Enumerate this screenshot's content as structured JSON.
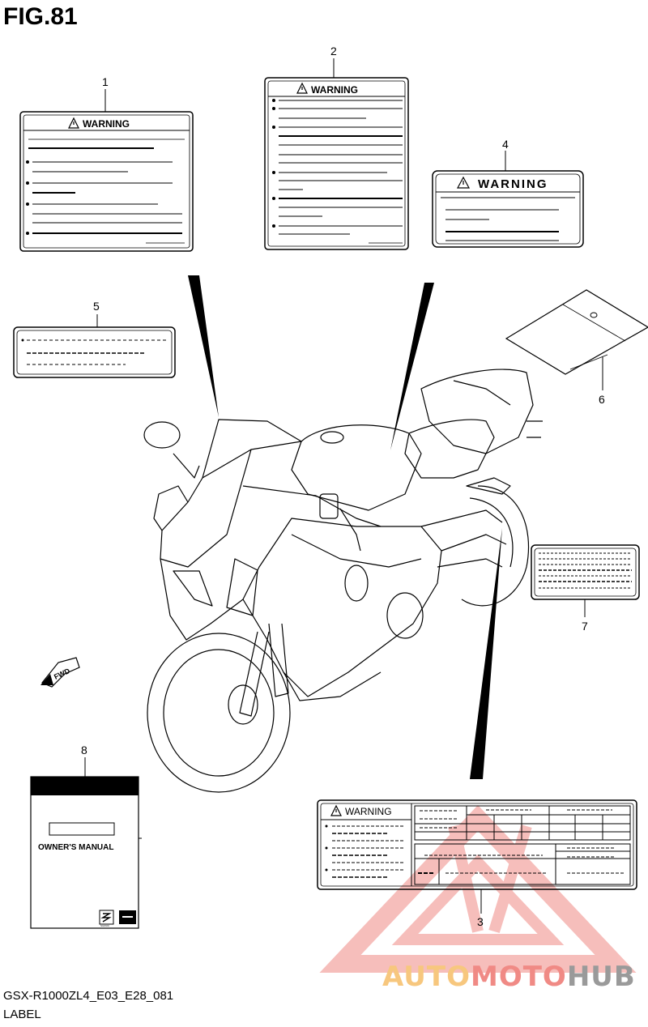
{
  "figure": {
    "title": "FIG.81",
    "code": "GSX-R1000ZL4_E03_E28_081",
    "caption": "LABEL"
  },
  "callouts": [
    "1",
    "2",
    "3",
    "4",
    "5",
    "6",
    "7",
    "8"
  ],
  "labels": {
    "warning_text": "WARNING",
    "manual_title": "OWNER'S MANUAL",
    "manual_brand_badge": "SUZUKI",
    "direction_arrow": "FWD"
  },
  "watermark": {
    "part1": "AUTO",
    "part2": "MOTO",
    "part3": "HUB",
    "colors": [
      "#f7c77e",
      "#f08a85",
      "#9a9a9a"
    ]
  }
}
